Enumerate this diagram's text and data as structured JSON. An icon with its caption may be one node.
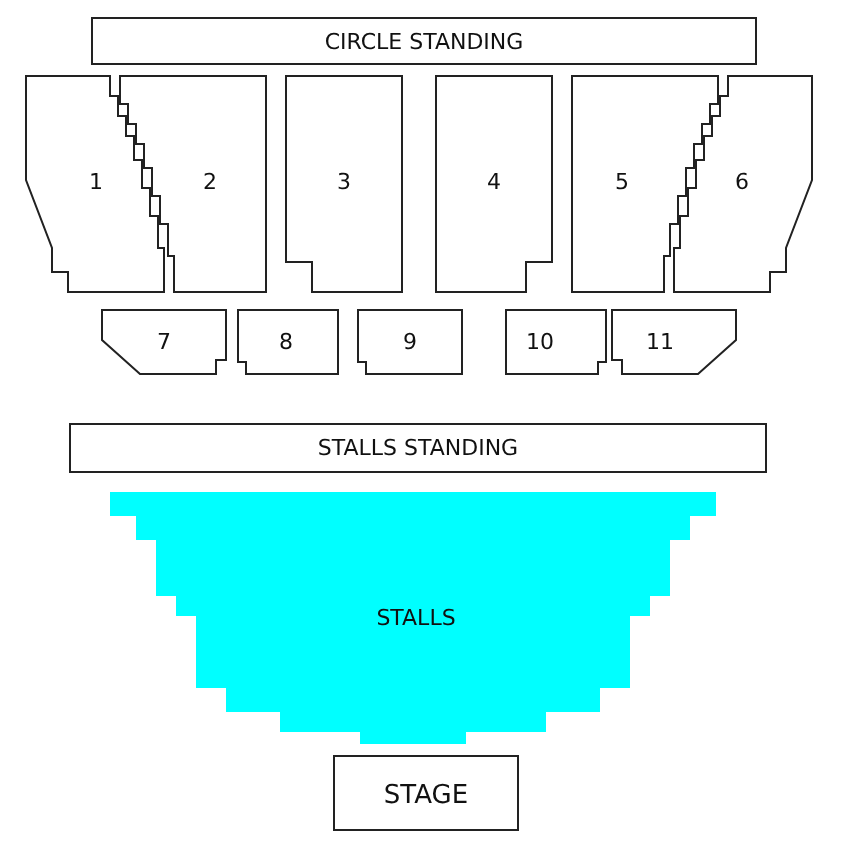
{
  "diagram": {
    "nodes": [
      {
        "text": [
          "CIRCLE STANDING"
        ]
      },
      {
        "text": [
          "1"
        ]
      },
      {
        "text": [
          "2"
        ]
      },
      {
        "text": [
          "3"
        ]
      },
      {
        "text": [
          "4"
        ]
      },
      {
        "text": [
          "5"
        ]
      },
      {
        "text": [
          "6"
        ]
      },
      {
        "text": [
          "7"
        ]
      },
      {
        "text": [
          "8"
        ]
      },
      {
        "text": [
          "9"
        ]
      },
      {
        "text": [
          "10"
        ]
      },
      {
        "text": [
          "11"
        ]
      },
      {
        "text": [
          "STALLS STANDING"
        ]
      },
      {
        "text": [
          "STALLS"
        ]
      },
      {
        "text": [
          "STAGE"
        ]
      }
    ]
  }
}
